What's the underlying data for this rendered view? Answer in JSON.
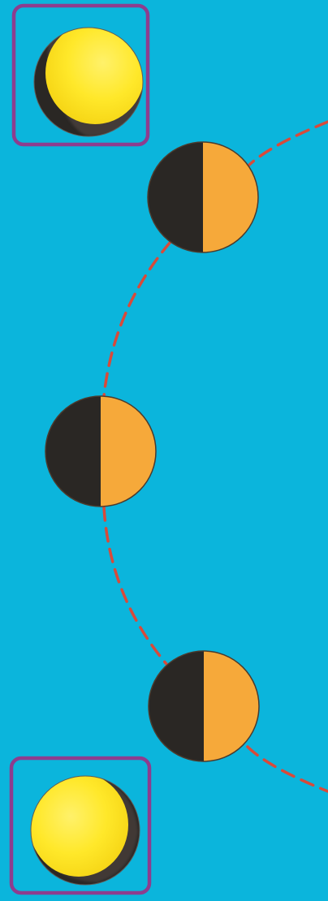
{
  "scene": {
    "title": "",
    "colors": {
      "background": "#0bb5dc",
      "orbit_path": "#d84a3a",
      "dark_side": "#2a2724",
      "lit_half": "#f6a93a",
      "lit_crescent": "#ffe82a",
      "highlight_frame": "#8d3d8e"
    }
  },
  "phases": [
    {
      "name": "gibbous-moon-top",
      "shape": "gibbous",
      "highlighted": true
    },
    {
      "name": "half-moon-upper",
      "shape": "half",
      "highlighted": false
    },
    {
      "name": "half-moon-middle",
      "shape": "half",
      "highlighted": false
    },
    {
      "name": "half-moon-lower",
      "shape": "half",
      "highlighted": false
    },
    {
      "name": "gibbous-moon-bottom",
      "shape": "gibbous",
      "highlighted": true
    }
  ]
}
